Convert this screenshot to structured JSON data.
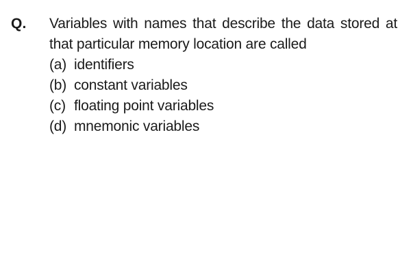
{
  "question": {
    "label": "Q.",
    "text": "Variables with names that describe the data stored at that particular memory location are called"
  },
  "options": [
    {
      "letter": "(a)",
      "text": "identifiers"
    },
    {
      "letter": "(b)",
      "text": "constant variables"
    },
    {
      "letter": "(c)",
      "text": "floating point variables"
    },
    {
      "letter": "(d)",
      "text": "mnemonic variables"
    }
  ]
}
